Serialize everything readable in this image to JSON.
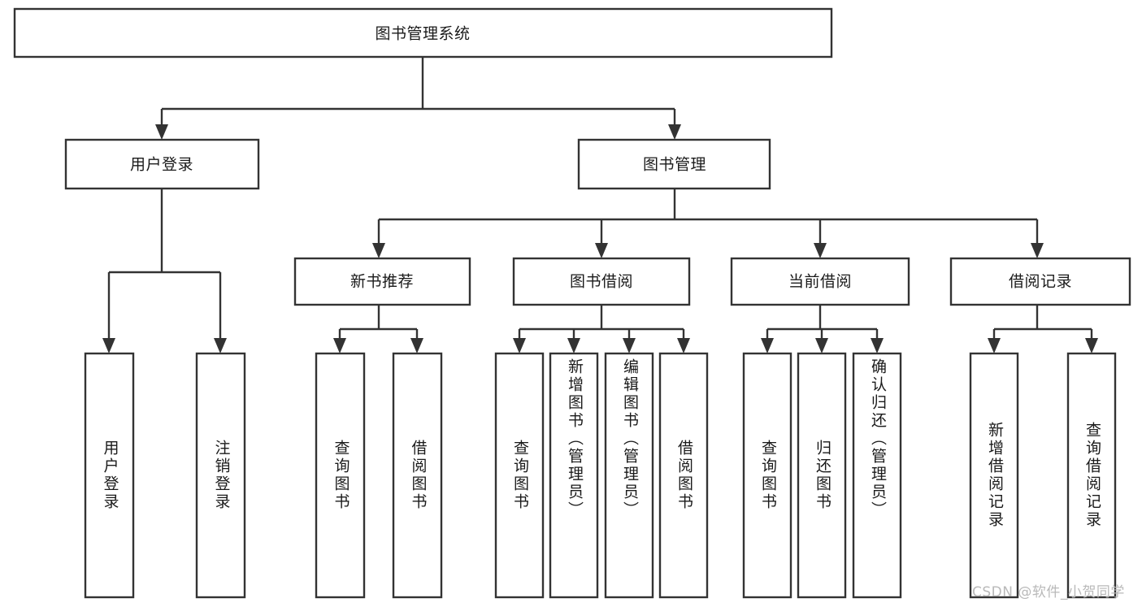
{
  "diagram": {
    "type": "tree-hierarchy",
    "title": "图书管理系统",
    "watermark": "CSDN @软件_小贺同学",
    "colors": {
      "stroke": "#333333",
      "box_fill": "#ffffff",
      "text": "#1a1a1a",
      "background": "#ffffff",
      "watermark": "#b9b9b9"
    },
    "levels": {
      "root": {
        "label": "图书管理系统"
      },
      "level2": [
        {
          "id": "user-login",
          "label": "用户登录"
        },
        {
          "id": "book-manage",
          "label": "图书管理"
        }
      ],
      "level3": [
        {
          "id": "new-book-recommend",
          "label": "新书推荐",
          "parent": "book-manage"
        },
        {
          "id": "book-borrow",
          "label": "图书借阅",
          "parent": "book-manage"
        },
        {
          "id": "current-borrow",
          "label": "当前借阅",
          "parent": "book-manage"
        },
        {
          "id": "borrow-record",
          "label": "借阅记录",
          "parent": "book-manage"
        }
      ],
      "leaves": [
        {
          "id": "leaf-user-login",
          "label": "用户登录",
          "parent": "user-login"
        },
        {
          "id": "leaf-logout",
          "label": "注销登录",
          "parent": "user-login"
        },
        {
          "id": "leaf-query-book-1",
          "label": "查询图书",
          "parent": "new-book-recommend"
        },
        {
          "id": "leaf-borrow-book-1",
          "label": "借阅图书",
          "parent": "new-book-recommend"
        },
        {
          "id": "leaf-query-book-2",
          "label": "查询图书",
          "parent": "book-borrow"
        },
        {
          "id": "leaf-add-book",
          "label": "新增图书（管理员）",
          "parent": "book-borrow"
        },
        {
          "id": "leaf-edit-book",
          "label": "编辑图书（管理员）",
          "parent": "book-borrow"
        },
        {
          "id": "leaf-borrow-book-2",
          "label": "借阅图书",
          "parent": "book-borrow"
        },
        {
          "id": "leaf-query-book-3",
          "label": "查询图书",
          "parent": "current-borrow"
        },
        {
          "id": "leaf-return-book",
          "label": "归还图书",
          "parent": "current-borrow"
        },
        {
          "id": "leaf-confirm-return",
          "label": "确认归还（管理员）",
          "parent": "current-borrow"
        },
        {
          "id": "leaf-add-record",
          "label": "新增借阅记录",
          "parent": "borrow-record"
        },
        {
          "id": "leaf-query-record",
          "label": "查询借阅记录",
          "parent": "borrow-record"
        }
      ]
    }
  }
}
